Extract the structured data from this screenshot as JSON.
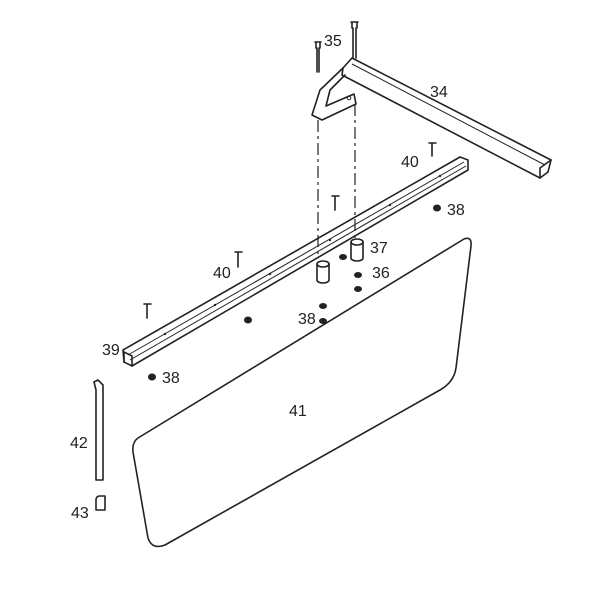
{
  "diagram": {
    "type": "exploded parts diagram",
    "labels": {
      "p35": "35",
      "p34": "34",
      "p40_right": "40",
      "p38_right": "38",
      "p37": "37",
      "p36": "36",
      "p40_left": "40",
      "p38_center": "38",
      "p39": "39",
      "p38_left": "38",
      "p41": "41",
      "p42": "42",
      "p43": "43"
    }
  }
}
